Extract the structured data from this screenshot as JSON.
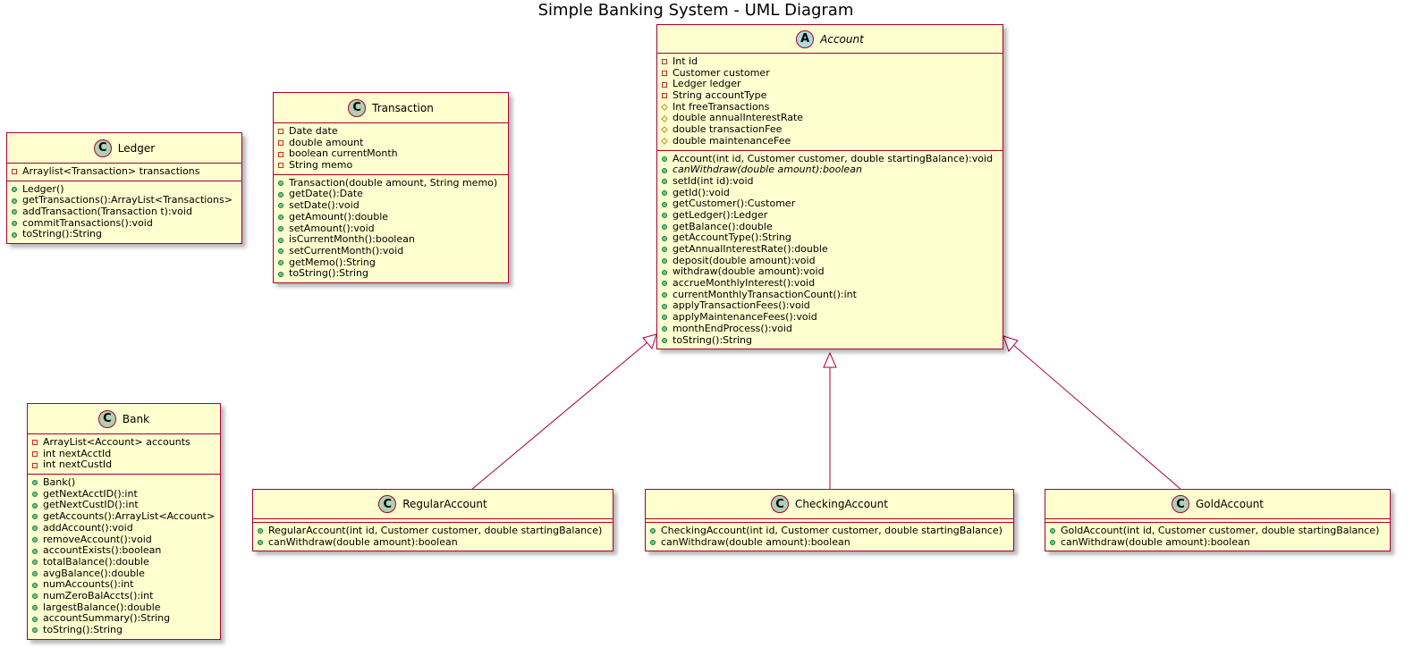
{
  "diagram": {
    "title": "Simple Banking System - UML Diagram"
  },
  "classes": {
    "account": {
      "name": "Account",
      "stereotype_icon": "A",
      "attributes": [
        {
          "vis": "private",
          "text": "Int id"
        },
        {
          "vis": "private",
          "text": "Customer customer"
        },
        {
          "vis": "private",
          "text": "Ledger ledger"
        },
        {
          "vis": "private",
          "text": "String accountType"
        },
        {
          "vis": "protected",
          "text": "Int freeTransactions"
        },
        {
          "vis": "protected",
          "text": "double annualInterestRate"
        },
        {
          "vis": "protected",
          "text": "double transactionFee"
        },
        {
          "vis": "protected",
          "text": "double maintenanceFee"
        }
      ],
      "methods": [
        {
          "vis": "public",
          "text": "Account(int id, Customer customer, double startingBalance):void"
        },
        {
          "vis": "public",
          "text": "canWithdraw(double amount):boolean",
          "abstract": true
        },
        {
          "vis": "public",
          "text": "setId(int id):void"
        },
        {
          "vis": "public",
          "text": "getId():void"
        },
        {
          "vis": "public",
          "text": "getCustomer():Customer"
        },
        {
          "vis": "public",
          "text": "getLedger():Ledger"
        },
        {
          "vis": "public",
          "text": "getBalance():double"
        },
        {
          "vis": "public",
          "text": "getAccountType():String"
        },
        {
          "vis": "public",
          "text": "getAnnualInterestRate():double"
        },
        {
          "vis": "public",
          "text": "deposit(double amount):void"
        },
        {
          "vis": "public",
          "text": "withdraw(double amount):void"
        },
        {
          "vis": "public",
          "text": "accrueMonthlyInterest():void"
        },
        {
          "vis": "public",
          "text": "currentMonthlyTransactionCount():int"
        },
        {
          "vis": "public",
          "text": "applyTransactionFees():void"
        },
        {
          "vis": "public",
          "text": "applyMaintenanceFees():void"
        },
        {
          "vis": "public",
          "text": "monthEndProcess():void"
        },
        {
          "vis": "public",
          "text": "toString():String"
        }
      ]
    },
    "ledger": {
      "name": "Ledger",
      "stereotype_icon": "C",
      "attributes": [
        {
          "vis": "private",
          "text": "Arraylist<Transaction> transactions"
        }
      ],
      "methods": [
        {
          "vis": "public",
          "text": "Ledger()"
        },
        {
          "vis": "public",
          "text": "getTransactions():ArrayList<Transactions>"
        },
        {
          "vis": "public",
          "text": "addTransaction(Transaction t):void"
        },
        {
          "vis": "public",
          "text": "commitTransactions():void"
        },
        {
          "vis": "public",
          "text": "toString():String"
        }
      ]
    },
    "transaction": {
      "name": "Transaction",
      "stereotype_icon": "C",
      "attributes": [
        {
          "vis": "private",
          "text": "Date date"
        },
        {
          "vis": "private",
          "text": "double amount"
        },
        {
          "vis": "private",
          "text": "boolean currentMonth"
        },
        {
          "vis": "private",
          "text": "String memo"
        }
      ],
      "methods": [
        {
          "vis": "public",
          "text": "Transaction(double amount, String memo)"
        },
        {
          "vis": "public",
          "text": "getDate():Date"
        },
        {
          "vis": "public",
          "text": "setDate():void"
        },
        {
          "vis": "public",
          "text": "getAmount():double"
        },
        {
          "vis": "public",
          "text": "setAmount():void"
        },
        {
          "vis": "public",
          "text": "isCurrentMonth():boolean"
        },
        {
          "vis": "public",
          "text": "setCurrentMonth():void"
        },
        {
          "vis": "public",
          "text": "getMemo():String"
        },
        {
          "vis": "public",
          "text": "toString():String"
        }
      ]
    },
    "bank": {
      "name": "Bank",
      "stereotype_icon": "C",
      "attributes": [
        {
          "vis": "private",
          "text": "ArrayList<Account> accounts"
        },
        {
          "vis": "private",
          "text": "int nextAcctId"
        },
        {
          "vis": "private",
          "text": "int nextCustId"
        }
      ],
      "methods": [
        {
          "vis": "public",
          "text": "Bank()"
        },
        {
          "vis": "public",
          "text": "getNextAcctID():int"
        },
        {
          "vis": "public",
          "text": "getNextCustID():int"
        },
        {
          "vis": "public",
          "text": "getAccounts():ArrayList<Account>"
        },
        {
          "vis": "public",
          "text": "addAccount():void"
        },
        {
          "vis": "public",
          "text": "removeAccount():void"
        },
        {
          "vis": "public",
          "text": "accountExists():boolean"
        },
        {
          "vis": "public",
          "text": "totalBalance():double"
        },
        {
          "vis": "public",
          "text": "avgBalance():double"
        },
        {
          "vis": "public",
          "text": "numAccounts():int"
        },
        {
          "vis": "public",
          "text": "numZeroBalAccts():int"
        },
        {
          "vis": "public",
          "text": "largestBalance():double"
        },
        {
          "vis": "public",
          "text": "accountSummary():String"
        },
        {
          "vis": "public",
          "text": "toString():String"
        }
      ]
    },
    "regular": {
      "name": "RegularAccount",
      "stereotype_icon": "C",
      "attributes": [],
      "methods": [
        {
          "vis": "public",
          "text": "RegularAccount(int id, Customer customer, double startingBalance)"
        },
        {
          "vis": "public",
          "text": "canWithdraw(double amount):boolean"
        }
      ]
    },
    "checking": {
      "name": "CheckingAccount",
      "stereotype_icon": "C",
      "attributes": [],
      "methods": [
        {
          "vis": "public",
          "text": "CheckingAccount(int id, Customer customer, double startingBalance)"
        },
        {
          "vis": "public",
          "text": "canWithdraw(double amount):boolean"
        }
      ]
    },
    "gold": {
      "name": "GoldAccount",
      "stereotype_icon": "C",
      "attributes": [],
      "methods": [
        {
          "vis": "public",
          "text": "GoldAccount(int id, Customer customer, double startingBalance)"
        },
        {
          "vis": "public",
          "text": "canWithdraw(double amount):boolean"
        }
      ]
    }
  },
  "relations": [
    {
      "type": "inheritance",
      "from": "RegularAccount",
      "to": "Account"
    },
    {
      "type": "inheritance",
      "from": "CheckingAccount",
      "to": "Account"
    },
    {
      "type": "inheritance",
      "from": "GoldAccount",
      "to": "Account"
    }
  ],
  "colors": {
    "class_fill": "#FEFECE",
    "border": "#A80036",
    "class_badge": "#ADD1B2",
    "abstract_badge": "#A9DCDF"
  }
}
